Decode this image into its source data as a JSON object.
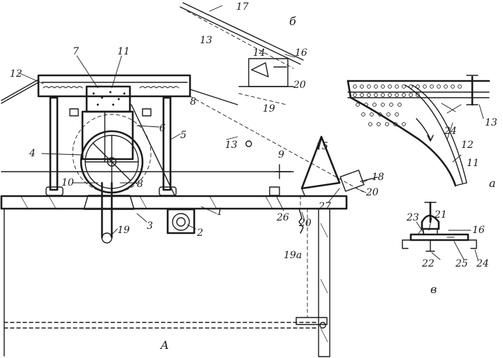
{
  "labels": {
    "l1": "1",
    "l2": "2",
    "l3": "3",
    "l4": "4",
    "l5": "5",
    "l6": "6",
    "l7": "7",
    "l8": "8",
    "l9": "9",
    "l10": "10",
    "l11": "11",
    "l12": "12",
    "l13": "13",
    "l15": "15",
    "l16": "16",
    "l17": "17",
    "l18": "18",
    "l19": "19",
    "l19a": "19a",
    "l20": "20",
    "l21": "21",
    "l22": "22",
    "l23": "23",
    "l24": "24",
    "l25": "25",
    "l26": "26",
    "l27": "27"
  },
  "detail_b": {
    "l13": "13",
    "l14": "14",
    "l16": "16",
    "l17": "17",
    "l19": "19",
    "l20": "20"
  },
  "detail_a": {
    "l11": "11",
    "l12": "12",
    "l13": "13",
    "l24": "24"
  },
  "detail_v": {
    "l16": "16",
    "l21": "21",
    "l22": "22",
    "l23": "23",
    "l24": "24",
    "l25": "25"
  },
  "captions": {
    "main": "A",
    "b": "б",
    "a": "а",
    "v": "в"
  }
}
